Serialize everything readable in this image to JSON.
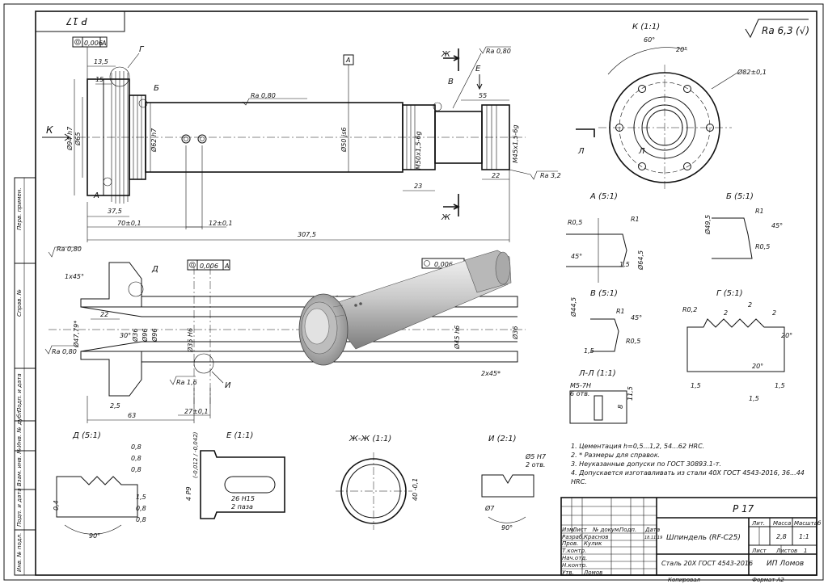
{
  "header": {
    "rotated_code": "P 17"
  },
  "side_labels": [
    "Перв. примен.",
    "Справ. №",
    "Подп. и дата",
    "Инв. № дубл.",
    "Взам. инв. №",
    "Подп. и дата",
    "Инв. № подл."
  ],
  "roughness": {
    "general": "Ra 6,3",
    "ra_080": "Ra 0,80",
    "ra_32": "Ra 3,2",
    "ra_16": "Ra 1,6"
  },
  "main_view": {
    "tol_form": "0,006",
    "datum": "A",
    "letters": {
      "g": "Г",
      "b": "Б",
      "a": "А",
      "k": "К",
      "v": "В",
      "e": "Е",
      "zh": "Ж"
    },
    "dims": {
      "d_135": "13,5",
      "d_15": "15",
      "d_94": "Ø94 h7",
      "d_65": "Ø65",
      "d_62": "Ø62 h7",
      "d_50": "Ø50 js6",
      "d_m50": "M50x1,5-6g",
      "d_m45": "M45x1,5-6g",
      "d_55": "55",
      "d_23": "23",
      "d_22": "22",
      "d_375": "37,5",
      "d_70": "70±0,1",
      "d_12": "12±0,1",
      "d_3075": "307,5"
    }
  },
  "section_view": {
    "tol_form": "0,006",
    "datum": "A",
    "dims": {
      "chamfer": "1x45°",
      "d_22": "22",
      "d_30": "30°",
      "d_479": "Ø47,79*",
      "d_36": "Ø36",
      "d_96": "Ø96",
      "d_35": "Ø35 H6",
      "d_45": "Ø45 h6",
      "d_36r": "Ø36",
      "chamfer2": "2x45*",
      "d_25": "2,5",
      "d_63": "63",
      "d_27": "27±0,1"
    },
    "letters": {
      "d": "Д",
      "i": "И"
    }
  },
  "views": {
    "k_title": "К (1:1)",
    "a_title": "А (5:1)",
    "b_title": "Б (5:1)",
    "v_title": "В (5:1)",
    "g_title": "Г (5:1)",
    "ll_title": "Л-Л (1:1)",
    "d_title": "Д (5:1)",
    "e_title": "Е (1:1)",
    "zh_title": "Ж-Ж (1:1)",
    "i_title": "И (2:1)"
  },
  "view_dims": {
    "k_60": "60°",
    "k_20": "20°",
    "k_82": "Ø82±0,1",
    "k_l": "Л",
    "a_r05": "R0,5",
    "a_r1": "R1",
    "a_45": "45°",
    "a_645": "Ø64,5",
    "a_15": "1,5",
    "b_495": "Ø49,5",
    "b_r1": "R1",
    "b_45": "45°",
    "b_r05": "R0,5",
    "v_445": "Ø44,5",
    "v_r1": "R1",
    "v_45": "45°",
    "v_15": "1,5",
    "v_r05": "R0,5",
    "g_r02": "R0,2",
    "g_2a": "2",
    "g_2b": "2",
    "g_2c": "2",
    "g_20a": "20°",
    "g_20b": "20°",
    "g_15a": "1,5",
    "g_15b": "1,5",
    "g_15c": "1,5",
    "ll_m5": "M5-7H",
    "ll_6": "6 отв.",
    "ll_115": "11,5",
    "ll_8": "8",
    "d_08a": "0,8",
    "d_08b": "0,8",
    "d_08c": "0,8",
    "d_04": "0,4",
    "d_15": "1,5",
    "d_08d": "0,8",
    "d_08e": "0,8",
    "d_90": "90°",
    "e_4p9": "4 P9",
    "e_tol": "(-0,012 / -0,042)",
    "e_26": "26 H15",
    "e_2paza": "2 паза",
    "zh_40": "40 -0,1",
    "i_5": "Ø5 H7",
    "i_2otv": "2 отв.",
    "i_7": "Ø7",
    "i_90": "90°"
  },
  "notes": [
    "1.  Цементация h=0,5...1,2, 54...62 HRC.",
    "2.  * Размеры для справок.",
    "3.  Неуказанные допуски по ГОСТ 30893.1-т.",
    "4.  Допускается изготавливать из стали 40Х ГОСТ 4543-2016, 36...44",
    "     HRC."
  ],
  "title_block": {
    "code": "P 17",
    "name": "Шпиндель (RF-C25)",
    "material": "Сталь 20Х ГОСТ 4543-2016",
    "company": "ИП Ломов",
    "col_izm": "Изм.",
    "col_list": "Лист",
    "col_ndoc": "№ докум.",
    "col_podp": "Подп.",
    "col_data": "Дата",
    "row_razrab": "Разраб.",
    "razrab_name": "Краснов",
    "razrab_date": "18.11.19",
    "row_prov": "Пров.",
    "prov_name": "Кулик",
    "row_tkontr": "Т.контр.",
    "row_nachotd": "Нач.отд.",
    "row_nkontr": "Н.контр.",
    "row_utv": "Утв.",
    "utv_name": "Ломов",
    "lit": "Лит.",
    "massa": "Масса",
    "masshtab": "Масштаб",
    "massa_val": "2,8",
    "masshtab_val": "1:1",
    "list": "Лист",
    "listov": "Листов",
    "listov_val": "1",
    "kopiroval": "Копировал",
    "format": "Формат A2"
  }
}
